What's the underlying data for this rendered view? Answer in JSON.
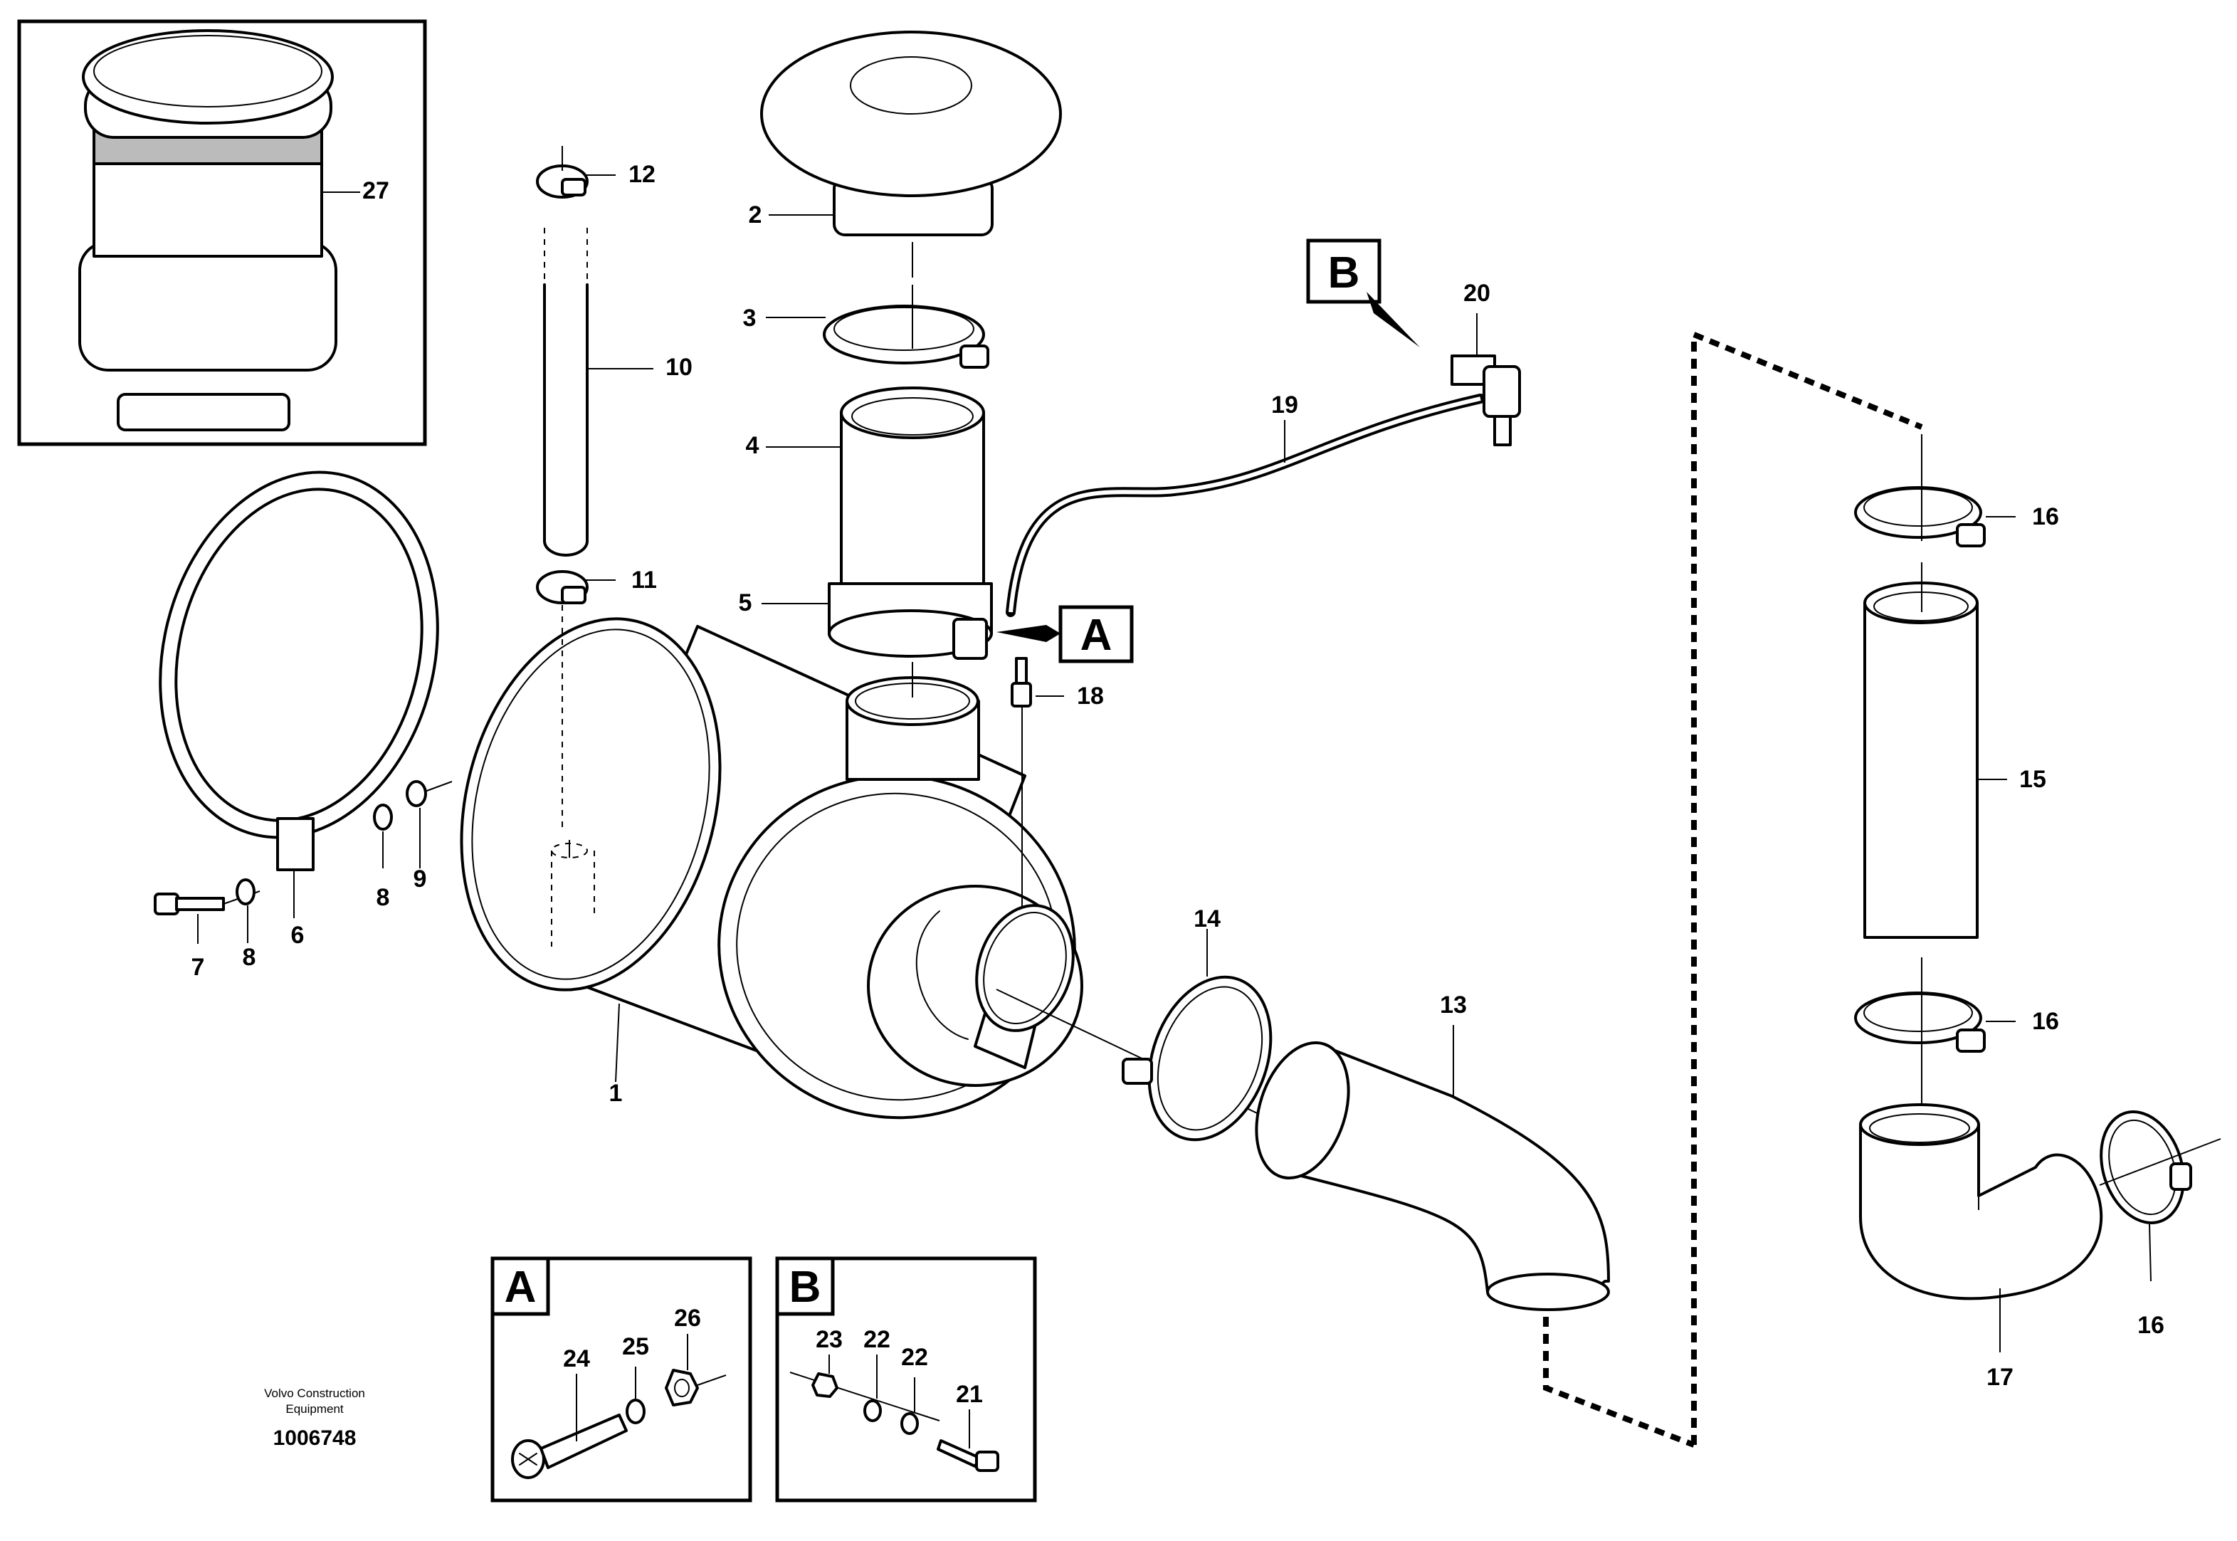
{
  "diagram": {
    "callouts": [
      {
        "id": "c1",
        "label": "1"
      },
      {
        "id": "c2",
        "label": "2"
      },
      {
        "id": "c3",
        "label": "3"
      },
      {
        "id": "c4",
        "label": "4"
      },
      {
        "id": "c5",
        "label": "5"
      },
      {
        "id": "c6",
        "label": "6"
      },
      {
        "id": "c7",
        "label": "7"
      },
      {
        "id": "c8a",
        "label": "8"
      },
      {
        "id": "c8b",
        "label": "8"
      },
      {
        "id": "c9",
        "label": "9"
      },
      {
        "id": "c10",
        "label": "10"
      },
      {
        "id": "c11",
        "label": "11"
      },
      {
        "id": "c12",
        "label": "12"
      },
      {
        "id": "c13",
        "label": "13"
      },
      {
        "id": "c14",
        "label": "14"
      },
      {
        "id": "c15",
        "label": "15"
      },
      {
        "id": "c16a",
        "label": "16"
      },
      {
        "id": "c16b",
        "label": "16"
      },
      {
        "id": "c16c",
        "label": "16"
      },
      {
        "id": "c17",
        "label": "17"
      },
      {
        "id": "c18",
        "label": "18"
      },
      {
        "id": "c19",
        "label": "19"
      },
      {
        "id": "c20",
        "label": "20"
      },
      {
        "id": "c21",
        "label": "21"
      },
      {
        "id": "c22a",
        "label": "22"
      },
      {
        "id": "c22b",
        "label": "22"
      },
      {
        "id": "c23",
        "label": "23"
      },
      {
        "id": "c24",
        "label": "24"
      },
      {
        "id": "c25",
        "label": "25"
      },
      {
        "id": "c26",
        "label": "26"
      },
      {
        "id": "c27",
        "label": "27"
      }
    ],
    "reference_tags": {
      "main_a": "A",
      "main_b": "B"
    },
    "detail_panels": {
      "a_title": "A",
      "b_title": "B"
    },
    "footer": {
      "company_line1": "Volvo Construction",
      "company_line2": "Equipment",
      "document_number": "1006748"
    }
  }
}
